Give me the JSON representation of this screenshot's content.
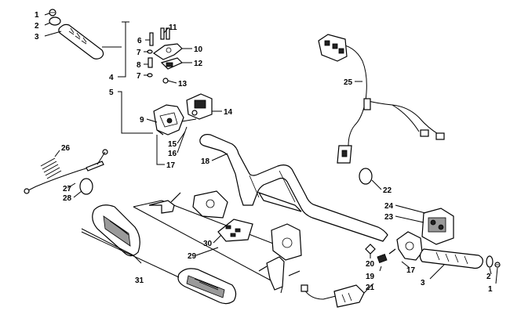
{
  "callouts": [
    {
      "id": "c1a",
      "text": "1"
    },
    {
      "id": "c2a",
      "text": "2"
    },
    {
      "id": "c3a",
      "text": "3"
    },
    {
      "id": "c4",
      "text": "4"
    },
    {
      "id": "c5",
      "text": "5"
    },
    {
      "id": "c6",
      "text": "6"
    },
    {
      "id": "c7a",
      "text": "7"
    },
    {
      "id": "c7b",
      "text": "7"
    },
    {
      "id": "c8",
      "text": "8"
    },
    {
      "id": "c9",
      "text": "9"
    },
    {
      "id": "c10",
      "text": "10"
    },
    {
      "id": "c11",
      "text": "11"
    },
    {
      "id": "c12",
      "text": "12"
    },
    {
      "id": "c13",
      "text": "13"
    },
    {
      "id": "c14",
      "text": "14"
    },
    {
      "id": "c15",
      "text": "15"
    },
    {
      "id": "c16",
      "text": "16"
    },
    {
      "id": "c17a",
      "text": "17"
    },
    {
      "id": "c18",
      "text": "18"
    },
    {
      "id": "c25",
      "text": "25"
    },
    {
      "id": "c26",
      "text": "26"
    },
    {
      "id": "c27",
      "text": "27"
    },
    {
      "id": "c28",
      "text": "28"
    },
    {
      "id": "c22",
      "text": "22"
    },
    {
      "id": "c24",
      "text": "24"
    },
    {
      "id": "c23",
      "text": "23"
    },
    {
      "id": "c30",
      "text": "30"
    },
    {
      "id": "c29",
      "text": "29"
    },
    {
      "id": "c31",
      "text": "31"
    },
    {
      "id": "c20",
      "text": "20"
    },
    {
      "id": "c19",
      "text": "19"
    },
    {
      "id": "c21",
      "text": "21"
    },
    {
      "id": "c17b",
      "text": "17"
    },
    {
      "id": "c3b",
      "text": "3"
    },
    {
      "id": "c2b",
      "text": "2"
    },
    {
      "id": "c1b",
      "text": "1"
    }
  ]
}
